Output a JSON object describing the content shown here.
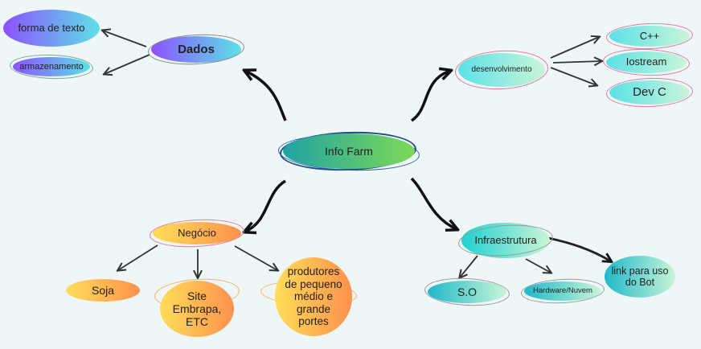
{
  "center": {
    "label": "Info Farm"
  },
  "dados": {
    "label": "Dados",
    "children": [
      "forma de texto",
      "armazenamento"
    ]
  },
  "desenvolvimento": {
    "label": "desenvolvimento",
    "children": [
      "C++",
      "Iostream",
      "Dev C"
    ]
  },
  "negocio": {
    "label": "Negócio",
    "children": [
      "Soja",
      "Site Embrapa, ETC",
      "produtores de pequeno médio e grande portes"
    ]
  },
  "infraestrutura": {
    "label": "Infraestrutura",
    "children": [
      "S.O",
      "Hardware/Nuvem",
      "link para uso do Bot"
    ]
  },
  "colors": {
    "background": "#eef6f8",
    "purple_gradient": [
      "#8c52ff",
      "#5ce1e6"
    ],
    "teal_gradient": [
      "#5ce1e6",
      "#c9f5d8"
    ],
    "orange_gradient": [
      "#ffde59",
      "#ff914d"
    ],
    "center_gradient": [
      "#1fa3a3",
      "#7ed957"
    ],
    "arrow": "#222222"
  }
}
